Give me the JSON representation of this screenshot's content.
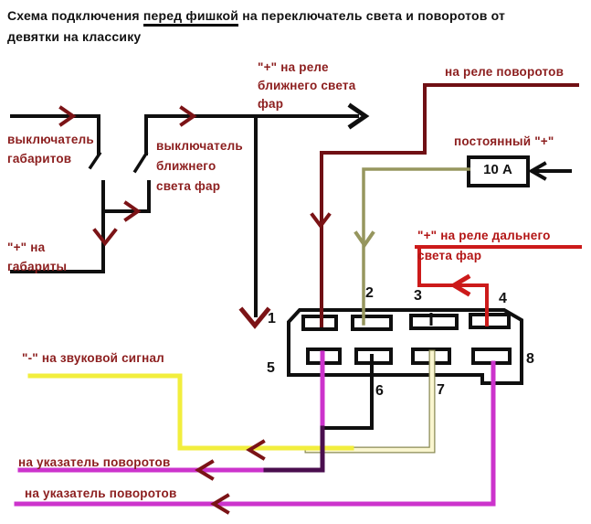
{
  "title": {
    "prefix": "Схема подключения ",
    "underlined": "перед фишкой",
    "suffix": " на переключатель света и поворотов от",
    "line2": "девятки на классику"
  },
  "labels": {
    "marker_switch": "выключатель\nгабаритов",
    "low_beam_switch": "выключатель\nближнего\nсвета фар",
    "plus_markers": "\"+\" на\nгабариты",
    "low_beam_relay": "\"+\" на реле\nближнего света\nфар",
    "turn_relay": "на реле поворотов",
    "constant_plus": "постоянный \"+\"",
    "fuse_rating": "10 А",
    "high_beam_relay": "\"+\" на реле дальнего\nсвета фар",
    "horn": "\"-\" на звуковой сигнал",
    "turn_indicator_top": "на указатель поворотов",
    "turn_indicator_bottom": "на указатель поворотов"
  },
  "pins": [
    "1",
    "2",
    "3",
    "4",
    "5",
    "6",
    "7",
    "8"
  ],
  "colors": {
    "black": "#0f0f0f",
    "dark_red": "#7b1316",
    "maroon_wire": "#701014",
    "label_red": "#8c1e1e",
    "bright_red": "#cc1a1a",
    "olive": "#96965e",
    "yellow": "#f2ee3d",
    "pale_yellow": "#faf6d0",
    "pale_yellow_edge": "#8a8a55",
    "magenta": "#cc33cc",
    "dark_purple": "#4a0e4e",
    "slot_fill": "#ffffff"
  }
}
